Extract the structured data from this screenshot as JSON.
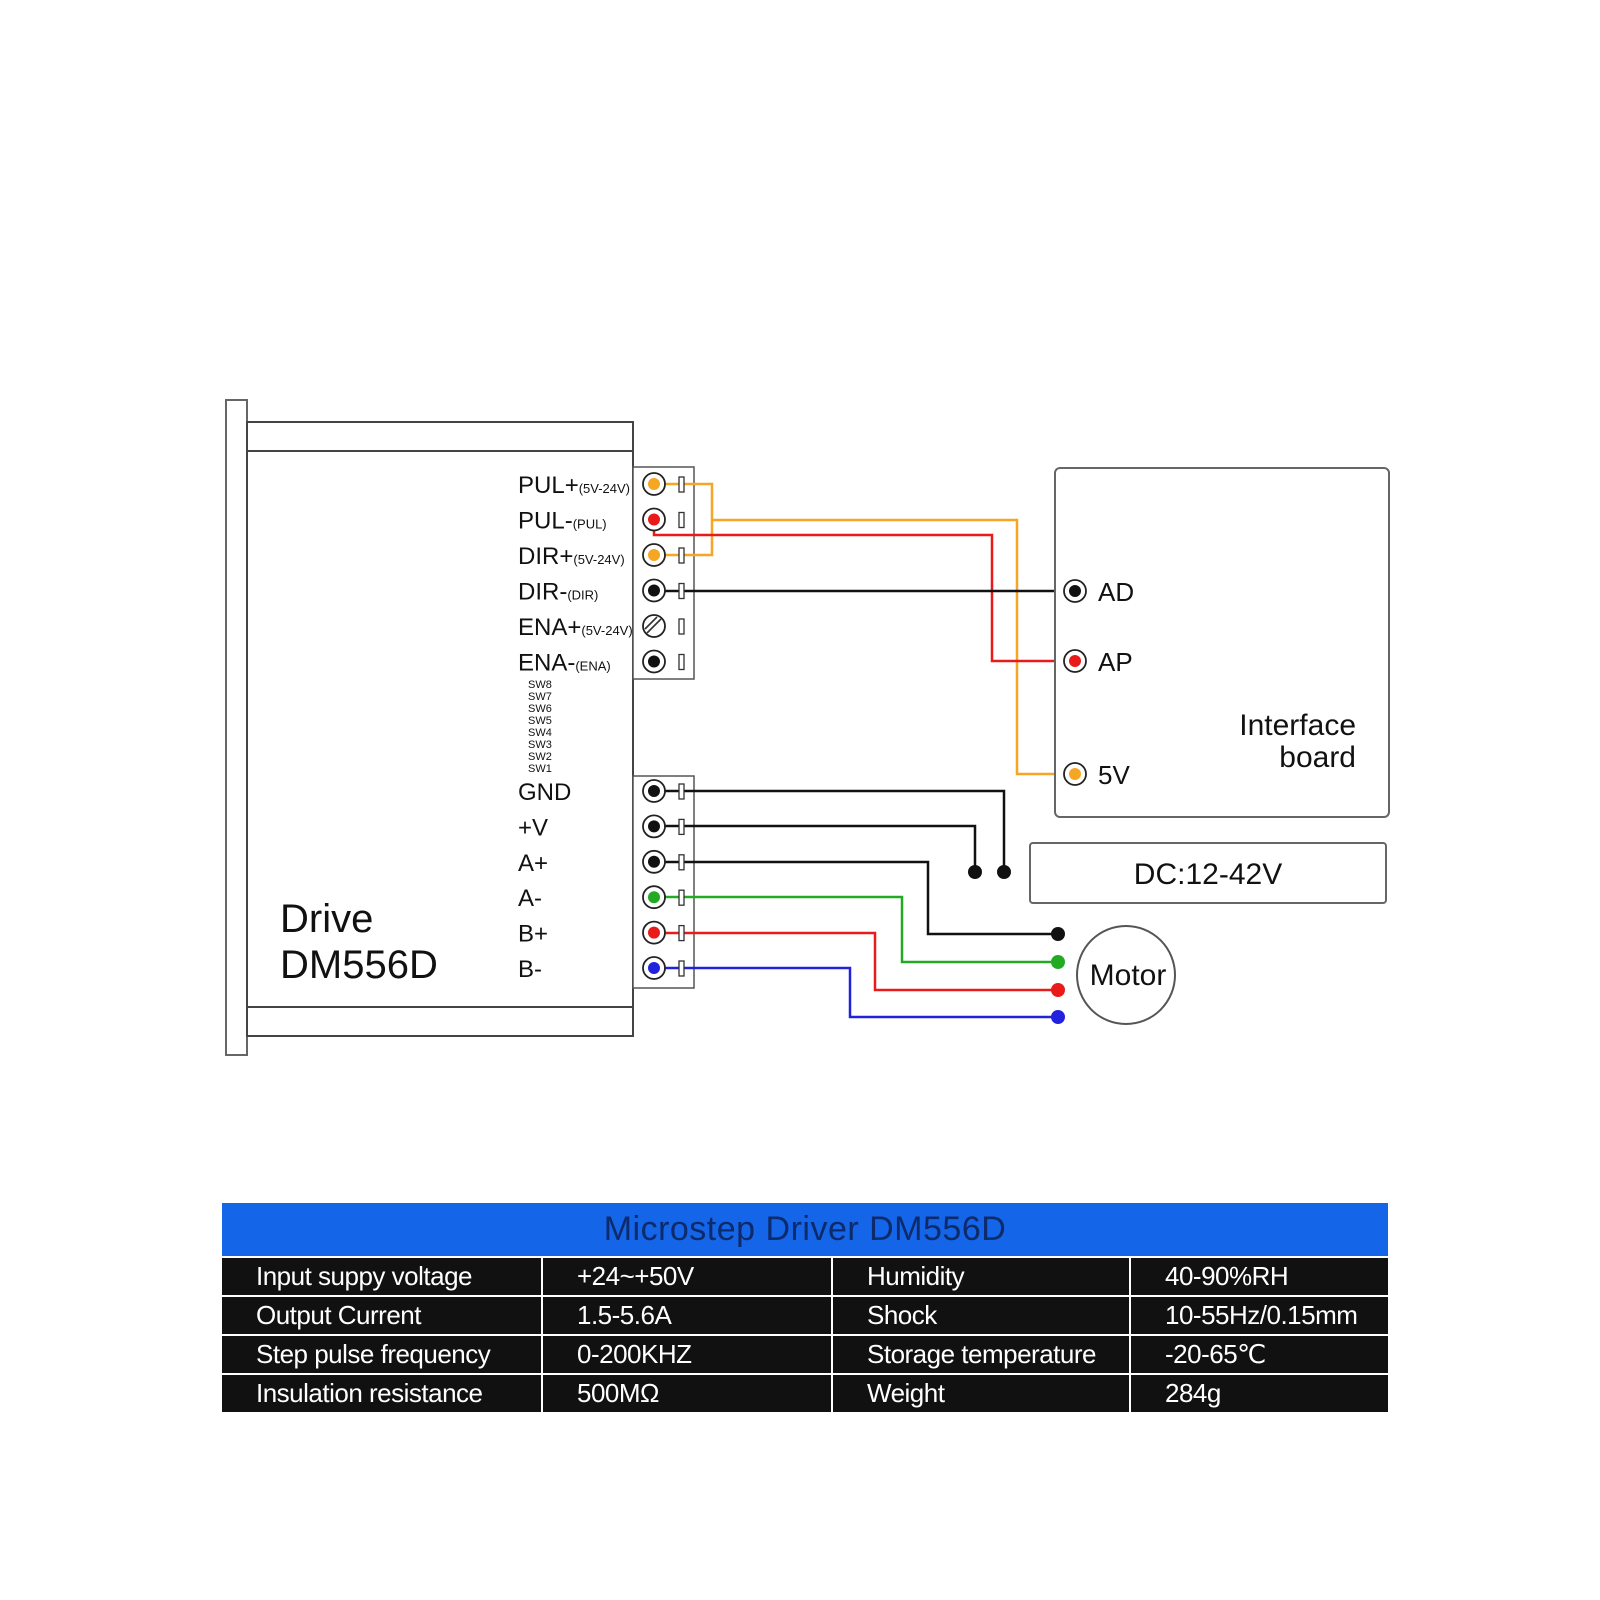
{
  "driver": {
    "title_line1": "Drive",
    "title_line2": "DM556D",
    "signal_terminals": [
      {
        "label": "PUL+",
        "sub": "(5V-24V)",
        "dot_color": "#f5a623"
      },
      {
        "label": "PUL-",
        "sub": "(PUL)",
        "dot_color": "#e81a1a"
      },
      {
        "label": "DIR+",
        "sub": "(5V-24V)",
        "dot_color": "#f5a623"
      },
      {
        "label": "DIR-",
        "sub": "(DIR)",
        "dot_color": "#111111"
      },
      {
        "label": "ENA+",
        "sub": "(5V-24V)",
        "dot_color": "none"
      },
      {
        "label": "ENA-",
        "sub": "(ENA)",
        "dot_color": "#111111"
      }
    ],
    "switches": [
      "SW8",
      "SW7",
      "SW6",
      "SW5",
      "SW4",
      "SW3",
      "SW2",
      "SW1"
    ],
    "power_terminals": [
      {
        "label": "GND",
        "dot_color": "#111111"
      },
      {
        "label": "+V",
        "dot_color": "#111111"
      },
      {
        "label": "A+",
        "dot_color": "#111111"
      },
      {
        "label": "A-",
        "dot_color": "#22aa22"
      },
      {
        "label": "B+",
        "dot_color": "#e81a1a"
      },
      {
        "label": "B-",
        "dot_color": "#2222dd"
      }
    ]
  },
  "interface_board": {
    "label_line1": "Interface",
    "label_line2": "board",
    "pins": [
      {
        "label": "AD",
        "dot_color": "#111111"
      },
      {
        "label": "AP",
        "dot_color": "#e81a1a"
      },
      {
        "label": "5V",
        "dot_color": "#f5a623"
      }
    ]
  },
  "power_supply": {
    "label": "DC:12-42V"
  },
  "motor": {
    "label": "Motor"
  },
  "wire_colors": {
    "orange": "#f5a623",
    "red": "#e81a1a",
    "black": "#111111",
    "green": "#22aa22",
    "blue": "#2222dd"
  },
  "spec_table": {
    "title": "Microstep  Driver  DM556D",
    "header_color": "#1565e8",
    "rows": [
      [
        "Input suppy voltage",
        "+24~+50V",
        "Humidity",
        "40-90%RH"
      ],
      [
        "Output Current",
        "1.5-5.6A",
        "Shock",
        "10-55Hz/0.15mm"
      ],
      [
        "Step pulse frequency",
        "0-200KHZ",
        "Storage temperature",
        "-20-65℃"
      ],
      [
        "Insulation resistance",
        "500MΩ",
        "Weight",
        "284g"
      ]
    ]
  }
}
